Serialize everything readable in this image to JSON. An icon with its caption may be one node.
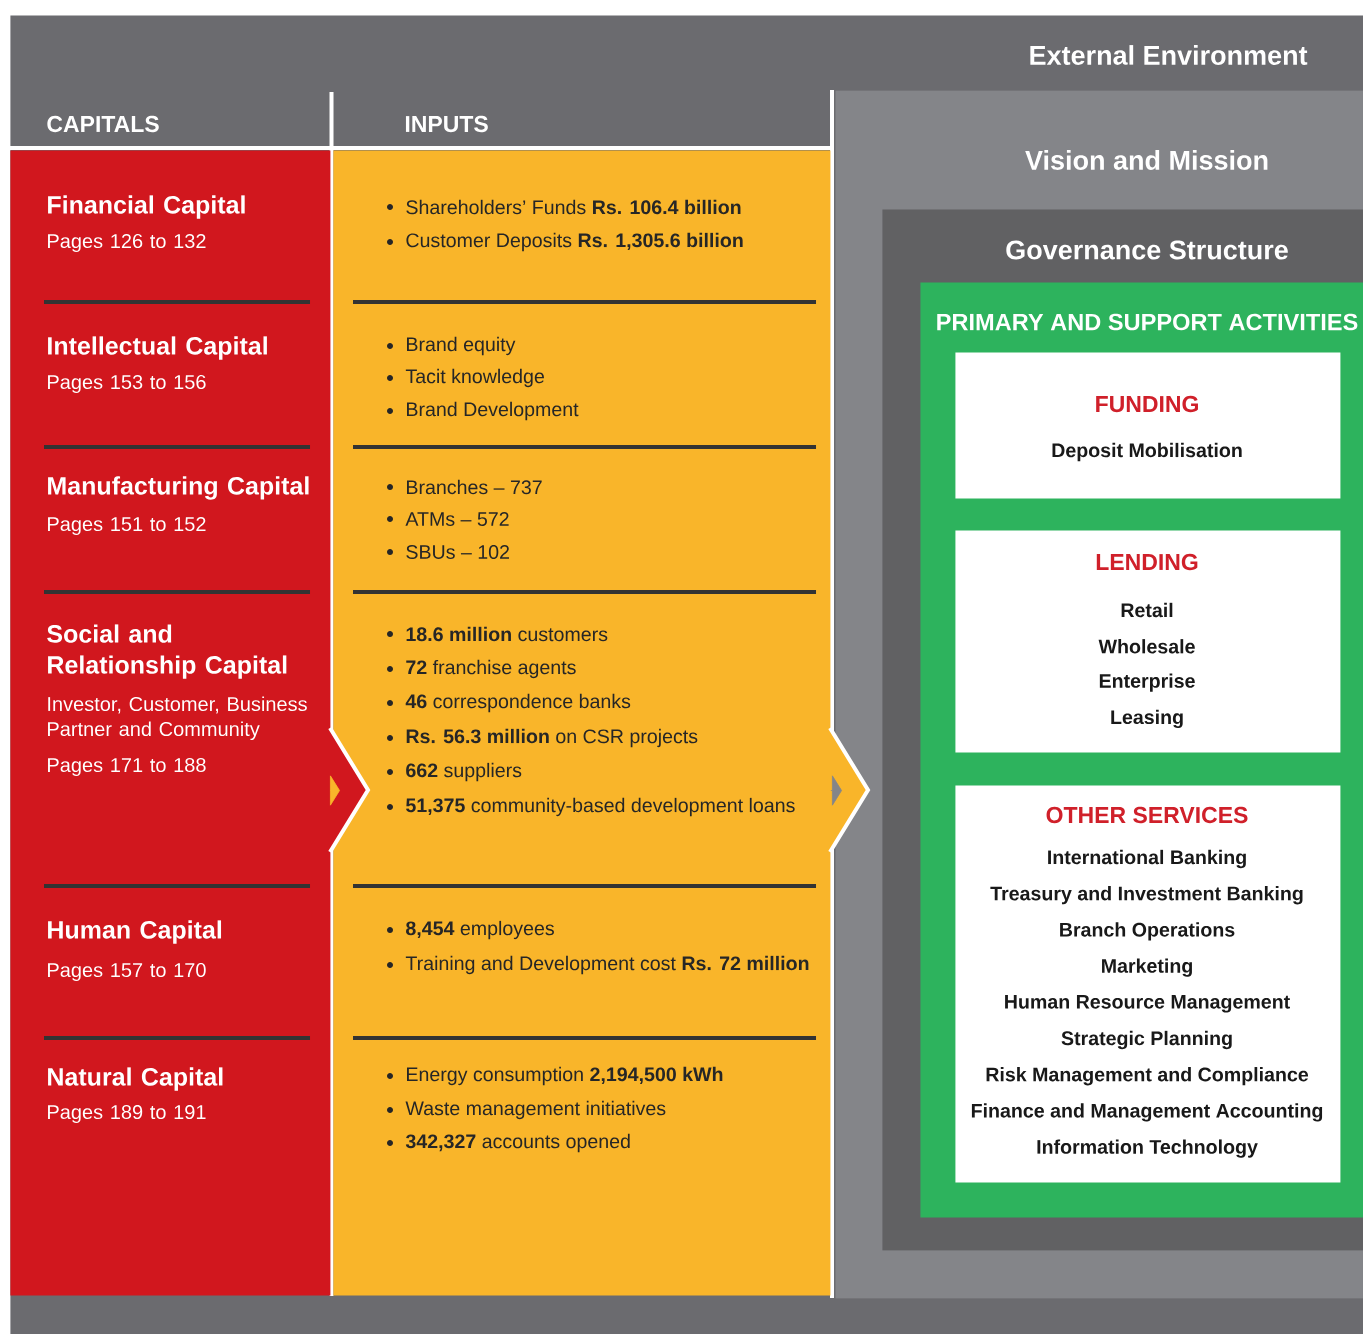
{
  "diagram": {
    "nodes": [
      {
        "text": [
          "External Environment"
        ]
      },
      {
        "text": [
          "CAPITALS"
        ],
        "in": 0
      },
      {
        "text": [
          "Financial Capital",
          "Pages 126 to 132"
        ],
        "in": 1
      },
      {
        "text": [
          "Intellectual Capital",
          "Pages 153 to 156"
        ],
        "in": 1
      },
      {
        "text": [
          "Manufacturing Capital",
          "Pages 151 to 152"
        ],
        "in": 1
      },
      {
        "text": [
          "Social and Relationship Capital",
          "Investor, Customer, Business Partner and Community",
          "Pages 171 to 188"
        ],
        "in": 1
      },
      {
        "text": [
          "Human Capital",
          "Pages 157 to 170"
        ],
        "in": 1
      },
      {
        "text": [
          "Natural Capital",
          "Pages 189 to 191"
        ],
        "in": 1
      },
      {
        "text": [
          "INPUTS"
        ],
        "in": 0
      },
      {
        "text": [
          "Shareholders’ Funds **Rs. 106.4 billion**",
          "Customer Deposits **Rs. 1,305.6 billion**"
        ],
        "in": 8
      },
      {
        "text": [
          "Brand equity",
          "Tacit knowledge",
          "Brand Development"
        ],
        "in": 8
      },
      {
        "text": [
          "Branches – 737",
          "ATMs – 572",
          "SBUs – 102"
        ],
        "in": 8
      },
      {
        "text": [
          "**18.6 million** customers",
          "**72** franchise agents",
          "**46** correspondence banks",
          "**Rs. 56.3 million** on CSR projects",
          "**662** suppliers",
          "**51,375** community-based development loans"
        ],
        "in": 8
      },
      {
        "text": [
          "**8,454** employees",
          "Training and Development cost **Rs. 72 million**"
        ],
        "in": 8
      },
      {
        "text": [
          "Energy consumption **2,194,500 kWh**",
          "Waste management initiatives",
          "**342,327** accounts opened"
        ],
        "in": 8
      },
      {
        "text": [
          "Vision and Mission"
        ],
        "in": 0
      },
      {
        "text": [
          "Governance Structure"
        ],
        "in": 15
      },
      {
        "text": [
          "PRIMARY AND SUPPORT ACTIVITIES"
        ],
        "in": 16
      },
      {
        "text": [
          "FUNDING",
          "Deposit Mobilisation"
        ],
        "in": 17
      },
      {
        "text": [
          "LENDING",
          "Retail",
          "Wholesale",
          "Enterprise",
          "Leasing"
        ],
        "in": 17
      },
      {
        "text": [
          "OTHER SERVICES",
          "International Banking",
          "Treasury and Investment Banking",
          "Branch Operations",
          "Marketing",
          "Human Resource Management",
          "Strategic Planning",
          "Risk Management and Compliance",
          "Finance and Management Accounting",
          "Information Technology"
        ],
        "in": 17
      }
    ],
    "edges": [
      {
        "from": 1,
        "to": 8,
        "arrow": "to",
        "color": "#f9b52a"
      },
      {
        "from": 8,
        "to": 15,
        "arrow": "to",
        "color": "#848589"
      }
    ]
  }
}
